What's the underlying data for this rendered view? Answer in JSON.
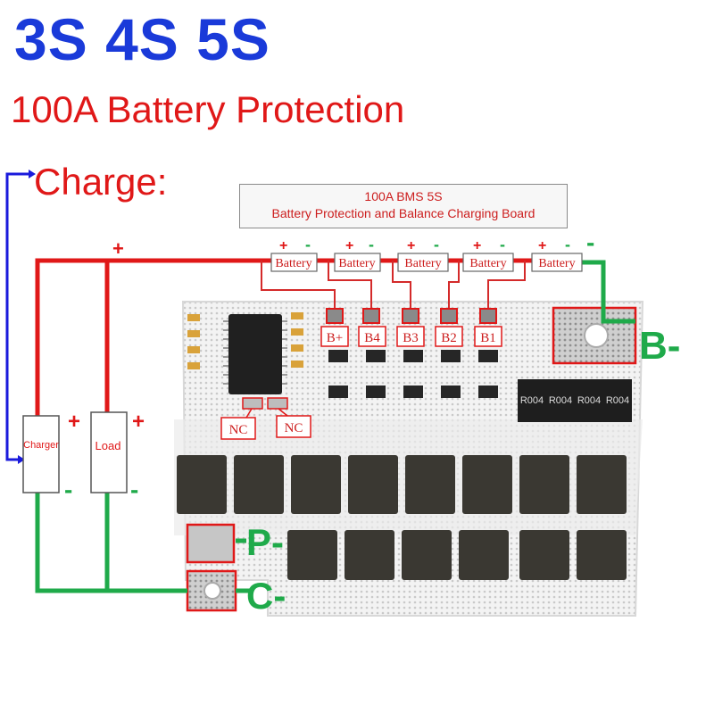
{
  "title": "3S 4S 5S",
  "subtitle": "100A Battery Protection",
  "charge_label": "Charge:",
  "banner": {
    "line1": "100A BMS  5S",
    "line2": "Battery Protection and Balance Charging Board"
  },
  "batteries": [
    "Battery",
    "Battery",
    "Battery",
    "Battery",
    "Battery"
  ],
  "plus_sign": "+",
  "minus_sign": "-",
  "pads": [
    "B+",
    "B4",
    "B3",
    "B2",
    "B1"
  ],
  "nc_label": "NC",
  "charger_label": "Charger",
  "load_label": "Load",
  "terminals": {
    "b_minus": "B-",
    "p_minus": "P-",
    "c_minus": "C-"
  },
  "resistor_code": "R004",
  "colors": {
    "positive": "#e01818",
    "negative": "#1faa4a",
    "title": "#1a3ad9",
    "charge_arrow": "#1a1adc"
  }
}
